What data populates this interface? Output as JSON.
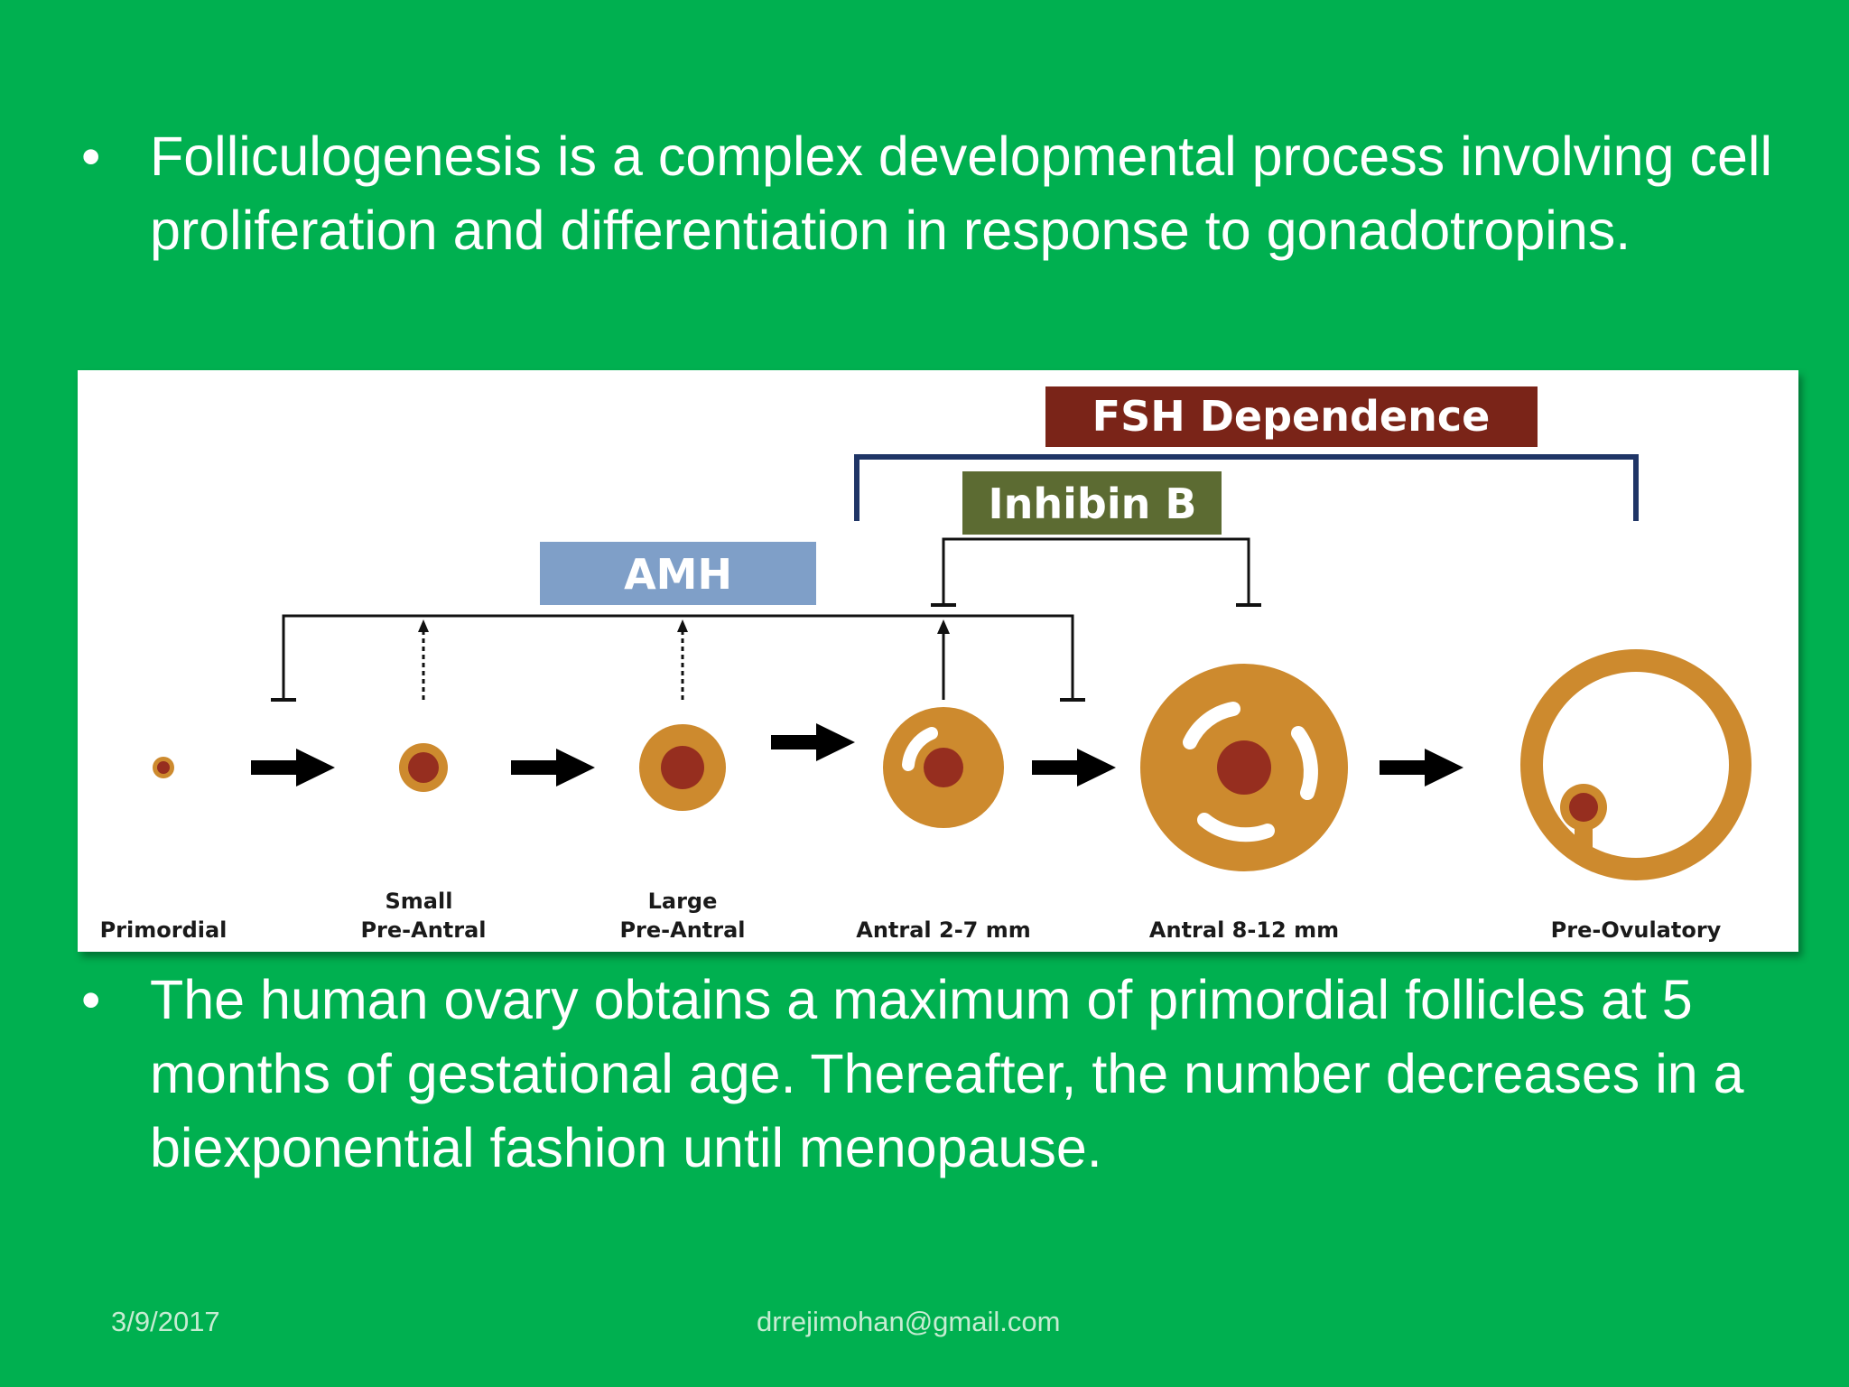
{
  "bullets": [
    {
      "marker": "•",
      "text": "Folliculogenesis is a complex developmental process involving cell proliferation and differentiation in response to gonadotropins."
    },
    {
      "marker": "•",
      "text": "The human ovary obtains a maximum of primordial follicles at 5 months of gestational age. Thereafter, the number decreases in a biexponential fashion until menopause."
    }
  ],
  "diagram": {
    "regulators": {
      "fsh": {
        "label": "FSH Dependence",
        "color": "#7a2418"
      },
      "inhibin": {
        "label": "Inhibin B",
        "color": "#5c6b32"
      },
      "amh": {
        "label": "AMH",
        "color": "#7f9fc8"
      }
    },
    "stages": [
      {
        "label_line1": "",
        "label_line2": "Primordial"
      },
      {
        "label_line1": "Small",
        "label_line2": "Pre-Antral"
      },
      {
        "label_line1": "Large",
        "label_line2": "Pre-Antral"
      },
      {
        "label_line1": "",
        "label_line2": "Antral 2-7 mm"
      },
      {
        "label_line1": "",
        "label_line2": "Antral 8-12 mm"
      },
      {
        "label_line1": "",
        "label_line2": "Pre-Ovulatory"
      }
    ],
    "colors": {
      "granulosa": "#cd8a2e",
      "oocyte": "#962e1f",
      "bracket": "#1f3566",
      "line": "#111111"
    }
  },
  "footer": {
    "date": "3/9/2017",
    "email": "drrejimohan@gmail.com"
  }
}
